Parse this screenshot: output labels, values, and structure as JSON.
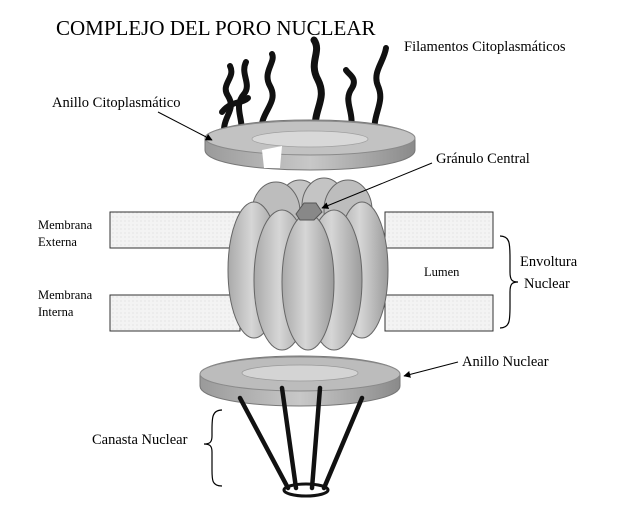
{
  "title": "COMPLEJO DEL PORO NUCLEAR",
  "labels": {
    "filamentos": "Filamentos Citoplasmáticos",
    "anillo_cito": "Anillo Citoplasmático",
    "granulo": "Gránulo Central",
    "membrana_externa_1": "Membrana",
    "membrana_externa_2": "Externa",
    "membrana_interna_1": "Membrana",
    "membrana_interna_2": "Interna",
    "lumen": "Lumen",
    "envoltura_1": "Envoltura",
    "envoltura_2": "Nuclear",
    "anillo_nuclear": "Anillo Nuclear",
    "canasta": "Canasta Nuclear"
  },
  "colors": {
    "ring_top": "#b8b8b8",
    "ring_side": "#8c8c8c",
    "lobe": "#c4c4c4",
    "membrane_fill": "#f2f2f2",
    "filament": "#111111"
  }
}
